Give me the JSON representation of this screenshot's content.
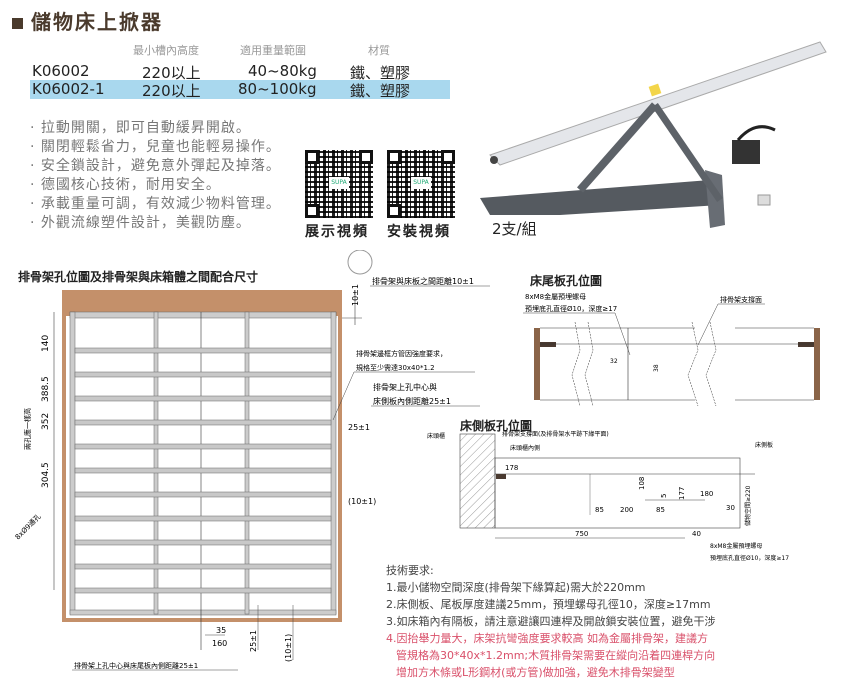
{
  "header": {
    "title": "儲物床上掀器"
  },
  "spec_table": {
    "columns": [
      "最小槽內高度",
      "適用重量範圍",
      "材質"
    ],
    "rows": [
      {
        "model": "K06002",
        "min_height": "220以上",
        "weight": "40~80kg",
        "material": "鐵、塑膠",
        "highlight": false
      },
      {
        "model": "K06002-1",
        "min_height": "220以上",
        "weight": "80~100kg",
        "material": "鐵、塑膠",
        "highlight": true
      }
    ],
    "highlight_color": "#a9d8ee"
  },
  "features": [
    "拉動開關，即可自動緩昇開啟。",
    "關閉輕鬆省力，兒童也能輕易操作。",
    "安全鎖設計，避免意外彈起及掉落。",
    "德國核心技術，耐用安全。",
    "承載重量可調，有效減少物料管理。",
    "外觀流線塑件設計，美觀防塵。"
  ],
  "qr_codes": [
    {
      "label": "展示視頻",
      "logo": "SUPA"
    },
    {
      "label": "安裝視頻",
      "logo": "SUPA"
    }
  ],
  "product": {
    "quantity_label": "2支/組"
  },
  "frame_diagram": {
    "title": "排骨架孔位圖及排骨架與床箱體之間配合尺寸",
    "dims_left": [
      "140",
      "388.5",
      "352",
      "304.5"
    ],
    "two_holes_label": "兩孔應一樣高",
    "holes_label": "8xØ9通孔",
    "gap_top": "10±1",
    "note_gap": "排骨架與床板之間距離10±1",
    "note_tube": [
      "排骨架邊框方管因強度要求，",
      "規格至少需達30x40*1.2"
    ],
    "note_hole": [
      "排骨架上孔中心與",
      "床側板內側距離25±1"
    ],
    "dim_25": "25±1",
    "dim_10": "(10±1)",
    "dim_35": "35",
    "dim_160": "160",
    "dim_bottom_25": "25±1",
    "dim_bottom_10": "(10±1)",
    "note_bottom": "排骨架上孔中心與床尾板內側距離25±1",
    "frame_color": "#c4906a"
  },
  "tail_diagram": {
    "title": "床尾板孔位圖",
    "note_nut": [
      "8xM8金屬預埋螺母",
      "預埋底孔直徑Ø10，深度≥17"
    ],
    "note_support": "排骨架支撐面",
    "dim_a": "32",
    "dim_b": "38"
  },
  "side_diagram": {
    "title": "床側板孔位圖",
    "label_headboard": "床頭櫃",
    "label_support": "排骨架支撐面(及排骨架水平跡下緣平面)",
    "label_inner": "床頭櫃內側",
    "label_side": "床側板",
    "dims": {
      "d178": "178",
      "d108": "108",
      "d5": "5",
      "d177": "177",
      "d180": "180",
      "d30": "30",
      "d85a": "85",
      "d200": "200",
      "d85b": "85",
      "d750": "750",
      "d40": "40",
      "space": "儲物空間≥220"
    },
    "note_nut": [
      "8xM8金屬預埋螺母",
      "預埋底孔直徑Ø10，深度≥17"
    ]
  },
  "tech_requirements": {
    "heading": "技術要求:",
    "items": [
      "1.最小儲物空間深度(排骨架下緣算起)需大於220mm",
      "2.床側板、尾板厚度建議25mm，預埋螺母孔徑10，深度≥17mm",
      "3.如床箱內有隔板，請注意避讓四連桿及開啟鎖安裝位置，避免干涉"
    ],
    "warning_lines": [
      "4.因抬舉力量大，床架抗彎強度要求較高 如為金屬排骨架，建議方",
      "管規格為30*40x*1.2mm;木質排骨架需要在縱向沿着四連桿方向",
      "增加方木條或L形鋼材(或方管)做加強，避免木排骨架變型"
    ],
    "warning_color": "#d9506a"
  }
}
